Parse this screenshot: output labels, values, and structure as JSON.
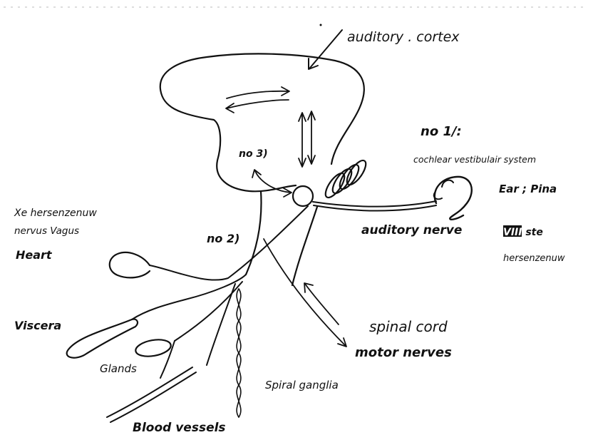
{
  "labels": {
    "auditory_cortex": "auditory . cortex",
    "no1": "no 1/:",
    "cochlear_system": "cochlear vestibulair system",
    "ear_pina": "Ear ; Pina",
    "no3": "no 3)",
    "no2": "no 2)",
    "auditory_nerve": "auditory nerve",
    "viii_line1": "VIII ste",
    "viii_line2": "hersenzenuw",
    "x_line1": "Xe hersenzenuw",
    "x_line2": "nervus Vagus",
    "heart": "Heart",
    "viscera": "Viscera",
    "glands": "Glands",
    "spinal_cord": "spinal cord",
    "motor_nerves": "motor nerves",
    "spiral_ganglia": "Spiral ganglia",
    "blood_vessels": "Blood vessels"
  }
}
